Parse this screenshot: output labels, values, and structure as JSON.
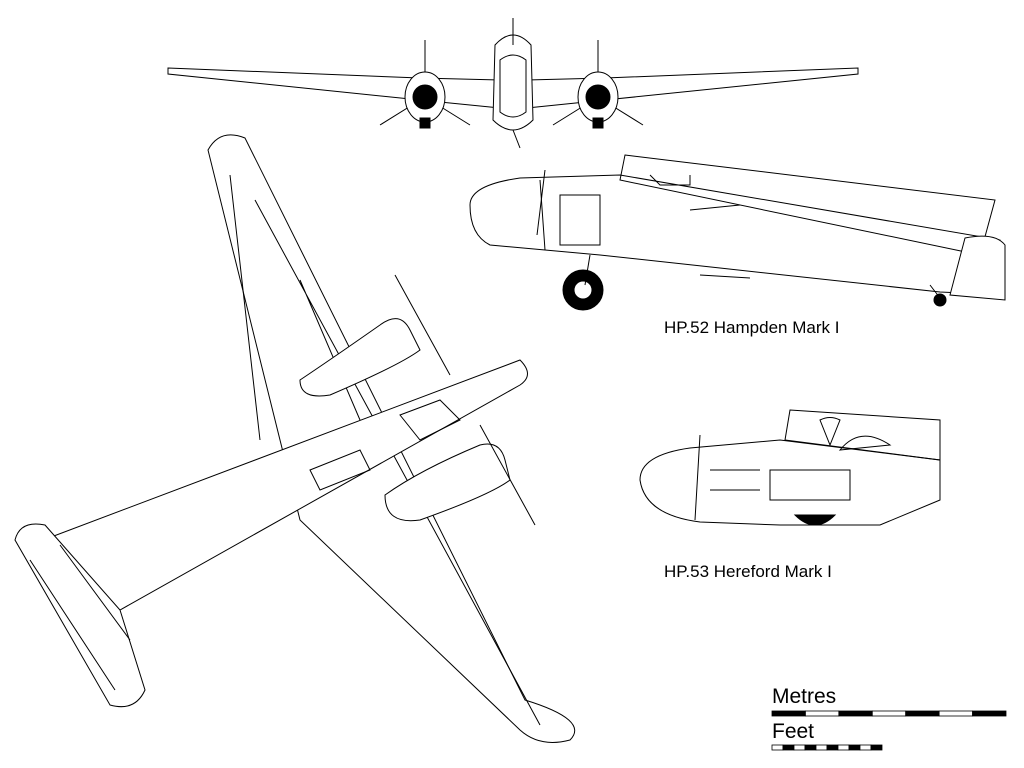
{
  "labels": {
    "hampden": "HP.52 Hampden Mark I",
    "hereford": "HP.53 Hereford Mark I"
  },
  "scale": {
    "metres_label": "Metres",
    "feet_label": "Feet",
    "metres_segments": 7,
    "feet_segments": 10
  },
  "colors": {
    "line": "#000000",
    "background": "#ffffff"
  }
}
